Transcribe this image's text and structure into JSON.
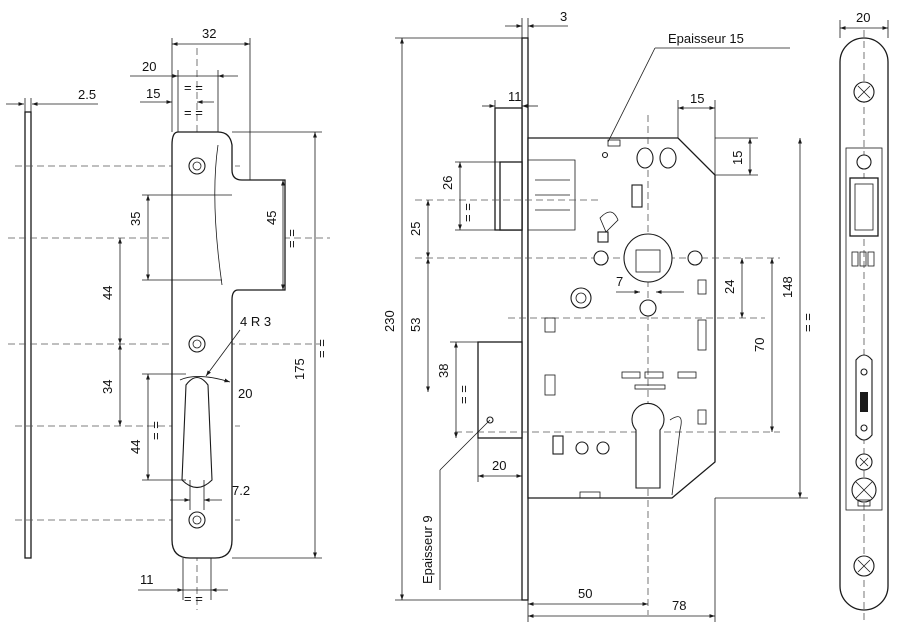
{
  "strike_plate": {
    "dims": {
      "thickness": "2.5",
      "width_total": "32",
      "width_mid": "20",
      "offset": "15",
      "height_35": "35",
      "height_45": "45",
      "spacing_44_top": "44",
      "spacing_34": "34",
      "spacing_44_bottom": "44",
      "radius": "4 R 3",
      "angle_20": "20",
      "total_175": "175",
      "slot_7_2": "7.2",
      "bottom_11": "11"
    },
    "symmetry_mark": "= ="
  },
  "lock_body": {
    "dims": {
      "faceplate_thickness": "3",
      "dim_11": "11",
      "dim_15_top": "15",
      "dim_15_side": "15",
      "dim_26": "26",
      "dim_25": "25",
      "dim_53": "53",
      "dim_38": "38",
      "dim_230": "230",
      "dim_148": "148",
      "dim_24": "24",
      "dim_70": "70",
      "dim_7": "7",
      "dim_20": "20",
      "dim_50": "50",
      "dim_78": "78"
    },
    "labels": {
      "epaisseur_15": "Epaisseur 15",
      "epaisseur_9": "Epaisseur 9"
    },
    "symmetry_mark": "= ="
  },
  "faceplate": {
    "dims": {
      "width": "20"
    }
  }
}
